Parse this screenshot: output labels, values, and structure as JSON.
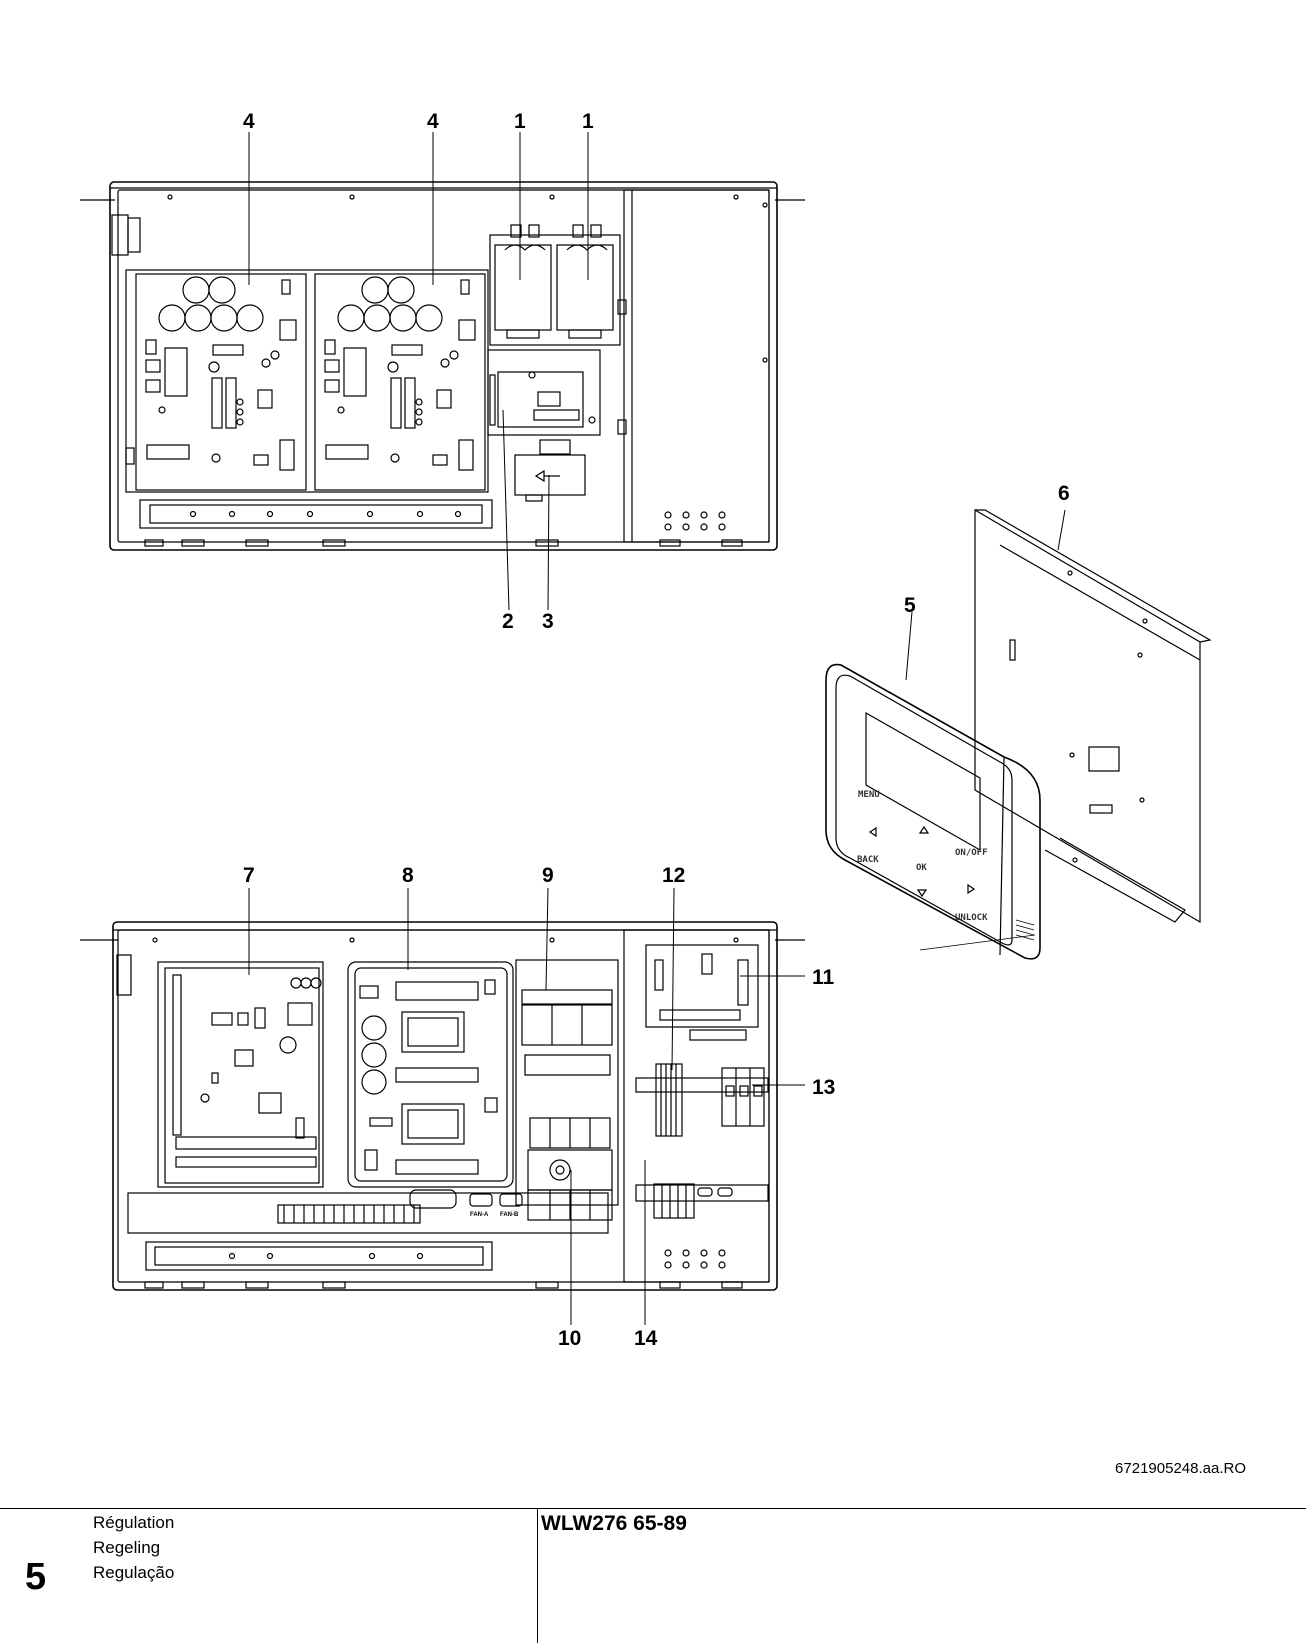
{
  "callouts": {
    "top": {
      "c4a": "4",
      "c4b": "4",
      "c1a": "1",
      "c1b": "1",
      "c2": "2",
      "c3": "3"
    },
    "controller": {
      "c5": "5",
      "c6": "6"
    },
    "bottom": {
      "c7": "7",
      "c8": "8",
      "c9": "9",
      "c12": "12",
      "c11": "11",
      "c13": "13",
      "c10": "10",
      "c14": "14"
    }
  },
  "controller_buttons": {
    "menu": "MENU",
    "back": "BACK",
    "ok": "OK",
    "onoff": "ON/OFF",
    "unlock": "UNLOCK"
  },
  "fan_labels": {
    "fan_a": "FAN-A",
    "fan_b": "FAN-B"
  },
  "drawing_ref": "6721905248.aa.RO",
  "footer": {
    "page_number": "5",
    "section_titles": [
      "Régulation",
      "Regeling",
      "Regulação"
    ],
    "product_model": "WLW276 65-89"
  }
}
